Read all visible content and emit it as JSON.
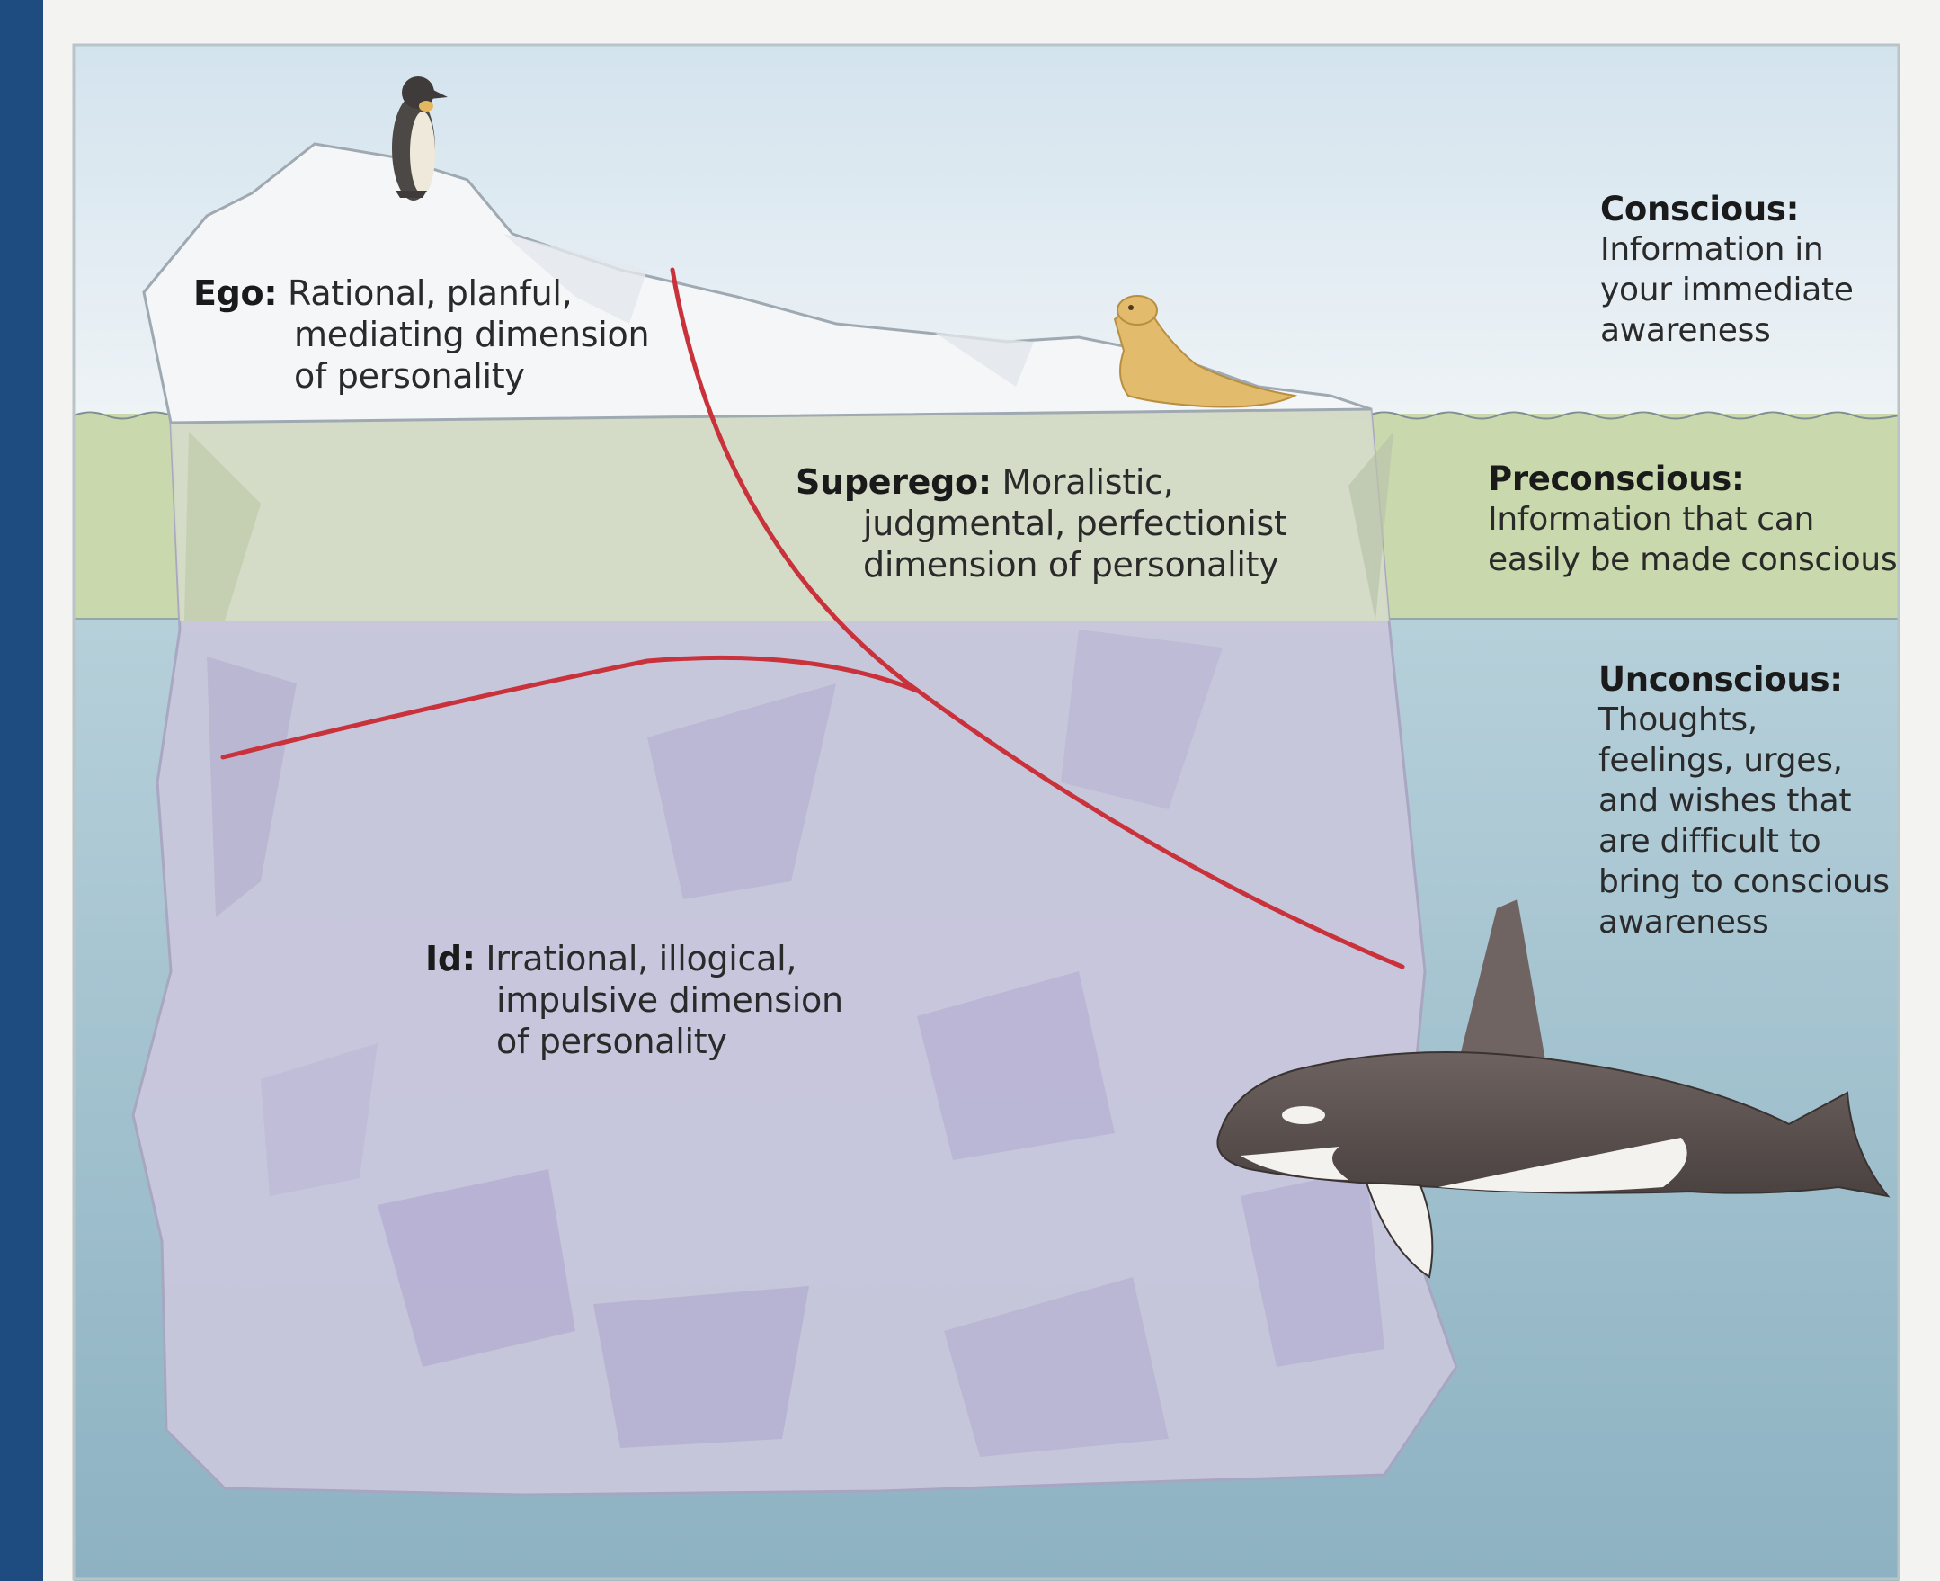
{
  "colors": {
    "left_band": "#1e4b80",
    "sky": "#dde9f1",
    "preconscious_band": "#c9d9ad",
    "water": "#9dbfcd",
    "iceberg_under": "#c7c6dc",
    "divider_lines": "#c9323a"
  },
  "icons": [
    "penguin-icon",
    "seal-icon",
    "orca-icon",
    "iceberg-icon"
  ],
  "structures": {
    "ego": {
      "term": "Ego:",
      "lines": [
        "Rational, planful,",
        "mediating dimension",
        "of personality"
      ]
    },
    "superego": {
      "term": "Superego:",
      "lines": [
        "Moralistic,",
        "judgmental, perfectionist",
        "dimension of personality"
      ]
    },
    "id": {
      "term": "Id:",
      "lines": [
        "Irrational, illogical,",
        "impulsive dimension",
        "of personality"
      ]
    }
  },
  "levels": {
    "conscious": {
      "title": "Conscious:",
      "lines": [
        "Information in",
        "your immediate",
        "awareness"
      ]
    },
    "preconscious": {
      "title": "Preconscious:",
      "lines": [
        "Information that can",
        "easily be made conscious"
      ]
    },
    "unconscious": {
      "title": "Unconscious:",
      "lines": [
        "Thoughts,",
        "feelings, urges,",
        "and wishes that",
        "are difficult to",
        "bring to conscious",
        "awareness"
      ]
    }
  }
}
